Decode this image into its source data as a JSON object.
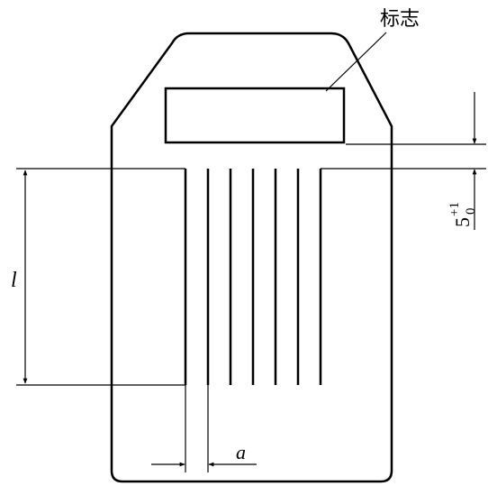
{
  "labels": {
    "marker": "标志",
    "length": "l",
    "spacing": "a",
    "offset_base": "5",
    "offset_upper": "+1",
    "offset_lower": "0"
  }
}
